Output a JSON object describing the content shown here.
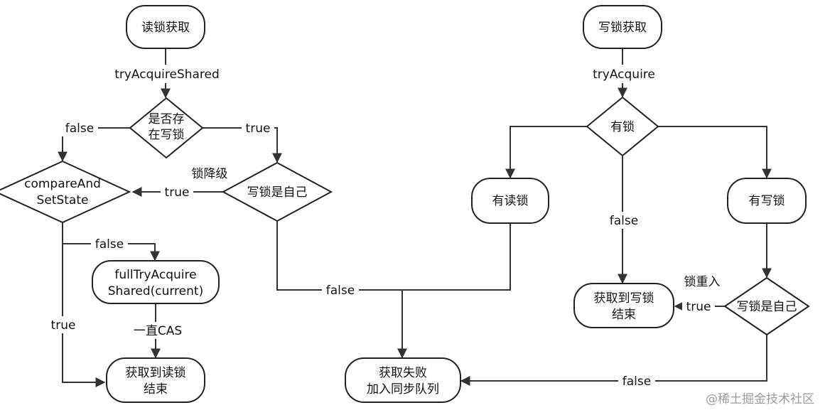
{
  "nodes": {
    "read_start": "读锁获取",
    "write_start": "写锁获取",
    "has_write_lock_1": "是否存",
    "has_write_lock_2": "在写锁",
    "cas_1": "compareAnd",
    "cas_2": "SetState",
    "write_is_self": "写锁是自己",
    "full_try_1": "fullTryAcquire",
    "full_try_2": "Shared(current)",
    "read_end_1": "获取到读锁",
    "read_end_2": "结束",
    "fail_1": "获取失败",
    "fail_2": "加入同步队列",
    "has_lock": "有锁",
    "has_read": "有读锁",
    "has_write": "有写锁",
    "write_end_1": "获取到写锁",
    "write_end_2": "结束",
    "write_is_self_2": "写锁是自己"
  },
  "labels": {
    "try_acquire_shared": "tryAcquireShared",
    "try_acquire": "tryAcquire",
    "false_left": "false",
    "true_right": "true",
    "lock_downgrade": "锁降级",
    "true_cas": "true",
    "false_cas": "false",
    "true_cas_down": "true",
    "cas_loop": "一直CAS",
    "false_mid": "false",
    "false_haslock": "false",
    "lock_reentry": "锁重入",
    "true_reentry": "true",
    "false_bottom": "false"
  },
  "watermark": "@稀土掘金技术社区"
}
